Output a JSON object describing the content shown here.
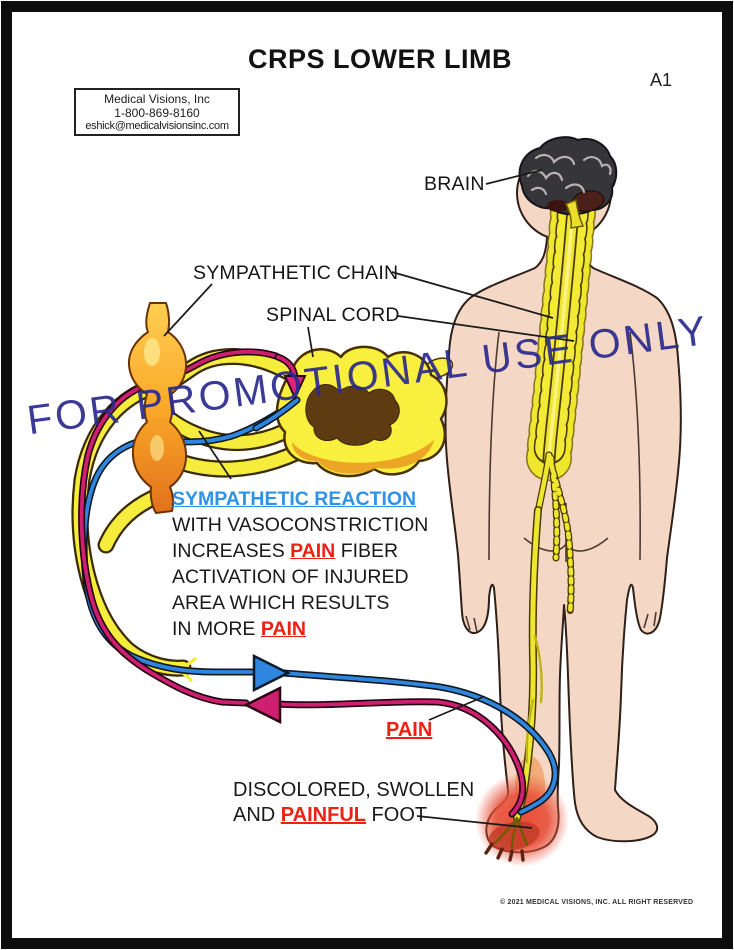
{
  "page": {
    "title": "CRPS LOWER LIMB",
    "sheet_code": "A1",
    "watermark": "FOR PROMOTIONAL USE ONLY",
    "copyright": "© 2021 MEDICAL VISIONS, INC. ALL RIGHT RESERVED"
  },
  "contact_box": {
    "company": "Medical Visions, Inc",
    "phone": "1-800-869-8160",
    "email": "eshick@medicalvisionsinc.com"
  },
  "labels": {
    "brain": "BRAIN",
    "sympathetic_chain": "SYMPATHETIC CHAIN",
    "spinal_cord": "SPINAL CORD",
    "pain": "PAIN"
  },
  "reaction_note": {
    "heading": "SYMPATHETIC REACTION",
    "line2": "WITH VASOCONSTRICTION",
    "line3_pre": "INCREASES ",
    "line3_pain": "PAIN",
    "line3_post": " FIBER",
    "line4": "ACTIVATION OF INJURED",
    "line5": "AREA WHICH RESULTS",
    "line6_pre": "IN MORE ",
    "line6_pain": "PAIN"
  },
  "foot_note": {
    "line1": "DISCOLORED, SWOLLEN",
    "line2_pre": "AND ",
    "line2_painful": "PAINFUL",
    "line2_post": " FOOT"
  },
  "colors": {
    "note_heading_blue": "#2E93E8",
    "pain_red": "#EE2012",
    "watermark_navy": "#2B2A8E",
    "nerve_yellow": "#F2E93A",
    "efferent_blue": "#2F86DE",
    "afferent_magenta": "#CE1F70",
    "ganglion_orange": "#F9A828",
    "gray_matter_brown": "#5E3B10",
    "skin": "#F5D7C5",
    "inflamed_foot_red": "#E8503A"
  }
}
